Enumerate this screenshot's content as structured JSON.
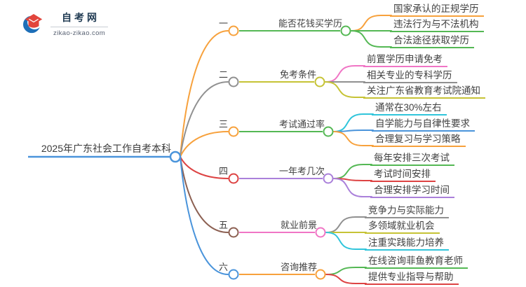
{
  "logo": {
    "site_name": "自考网",
    "site_url": "zikao-zikao.com",
    "icon": "graduation-cap-icon",
    "cap_color": "#E2453C",
    "swirl_color": "#1E6FB8",
    "name_color": "#1F3A52"
  },
  "mindmap": {
    "root": {
      "label": "2025年广东社会工作自考本科",
      "color": "#4A94DB"
    },
    "branches": [
      {
        "index_label": "一",
        "index_color": "#F7A13C",
        "topic": "能否花钱买学历",
        "topic_color": "#54B854",
        "children": [
          {
            "label": "国家承认的正规学历",
            "color": "#F7A13C"
          },
          {
            "label": "违法行为与不法机构",
            "color": "#54B854"
          },
          {
            "label": "合法途径获取学历",
            "color": "#54B854"
          }
        ]
      },
      {
        "index_label": "二",
        "index_color": "#909090",
        "topic": "免考条件",
        "topic_color": "#C6C335",
        "children": [
          {
            "label": "前置学历申请免考",
            "color": "#F075C5"
          },
          {
            "label": "相关专业的专科学历",
            "color": "#909090"
          },
          {
            "label": "关注广东省教育考试院通知",
            "color": "#C6C335"
          }
        ]
      },
      {
        "index_label": "三",
        "index_color": "#F7A13C",
        "topic": "考试通过率",
        "topic_color": "#54B854",
        "children": [
          {
            "label": "通常在30%左右",
            "color": "#30C5DB"
          },
          {
            "label": "自学能力与自律性要求",
            "color": "#4A94DB"
          },
          {
            "label": "合理复习与学习策略",
            "color": "#F7A13C"
          }
        ]
      },
      {
        "index_label": "四",
        "index_color": "#DD4343",
        "topic": "一年考几次",
        "topic_color": "#AA80DA",
        "children": [
          {
            "label": "每年安排三次考试",
            "color": "#54B854"
          },
          {
            "label": "考试时间安排",
            "color": "#DD4343"
          },
          {
            "label": "合理安排学习时间",
            "color": "#AA80DA"
          }
        ]
      },
      {
        "index_label": "五",
        "index_color": "#8C6052",
        "topic": "就业前景",
        "topic_color": "#F075C5",
        "children": [
          {
            "label": "竞争力与实际能力",
            "color": "#909090"
          },
          {
            "label": "多领域就业机会",
            "color": "#C6C335"
          },
          {
            "label": "注重实践能力培养",
            "color": "#30C5DB"
          }
        ]
      },
      {
        "index_label": "六",
        "index_color": "#4A94DB",
        "topic": "咨询推荐",
        "topic_color": "#F7A13C",
        "children": [
          {
            "label": "在线咨询菲鱼教育老师",
            "color": "#54B854"
          },
          {
            "label": "提供专业指导与帮助",
            "color": "#DD4343"
          }
        ]
      }
    ]
  }
}
